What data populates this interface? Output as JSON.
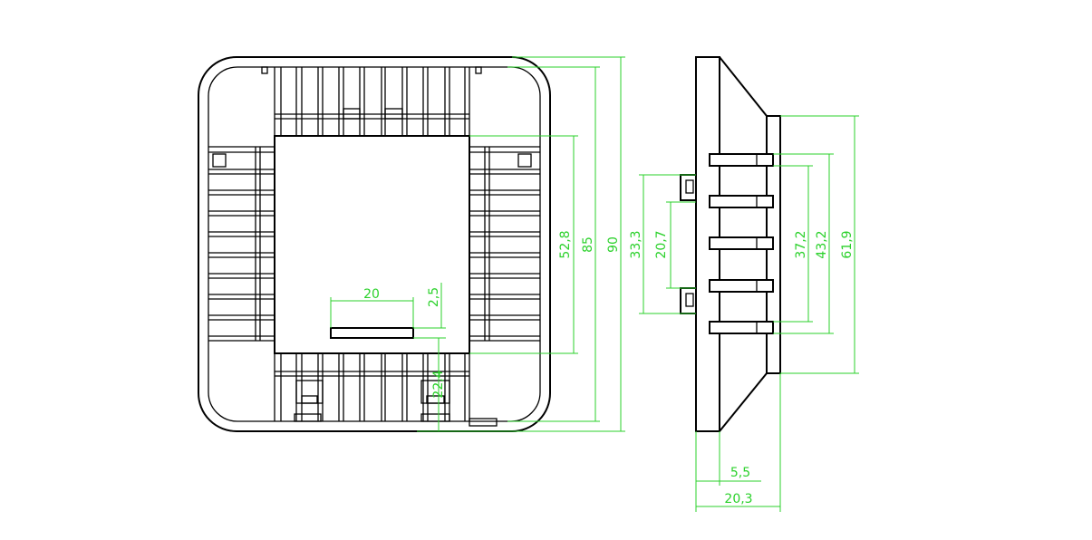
{
  "front_view": {
    "dimensions": {
      "height_inner": "52,8",
      "height_mid": "85",
      "height_outer": "90",
      "slot_width": "20",
      "slot_height": "2,5",
      "slot_offset": "22,4"
    }
  },
  "side_view": {
    "dimensions": {
      "clip_outer": "33,3",
      "clip_inner": "20,7",
      "fin_pitch_inner": "37,2",
      "fin_pitch_outer": "43,2",
      "plate_height": "61,9",
      "flange_depth": "5,5",
      "total_depth": "20,3"
    }
  }
}
